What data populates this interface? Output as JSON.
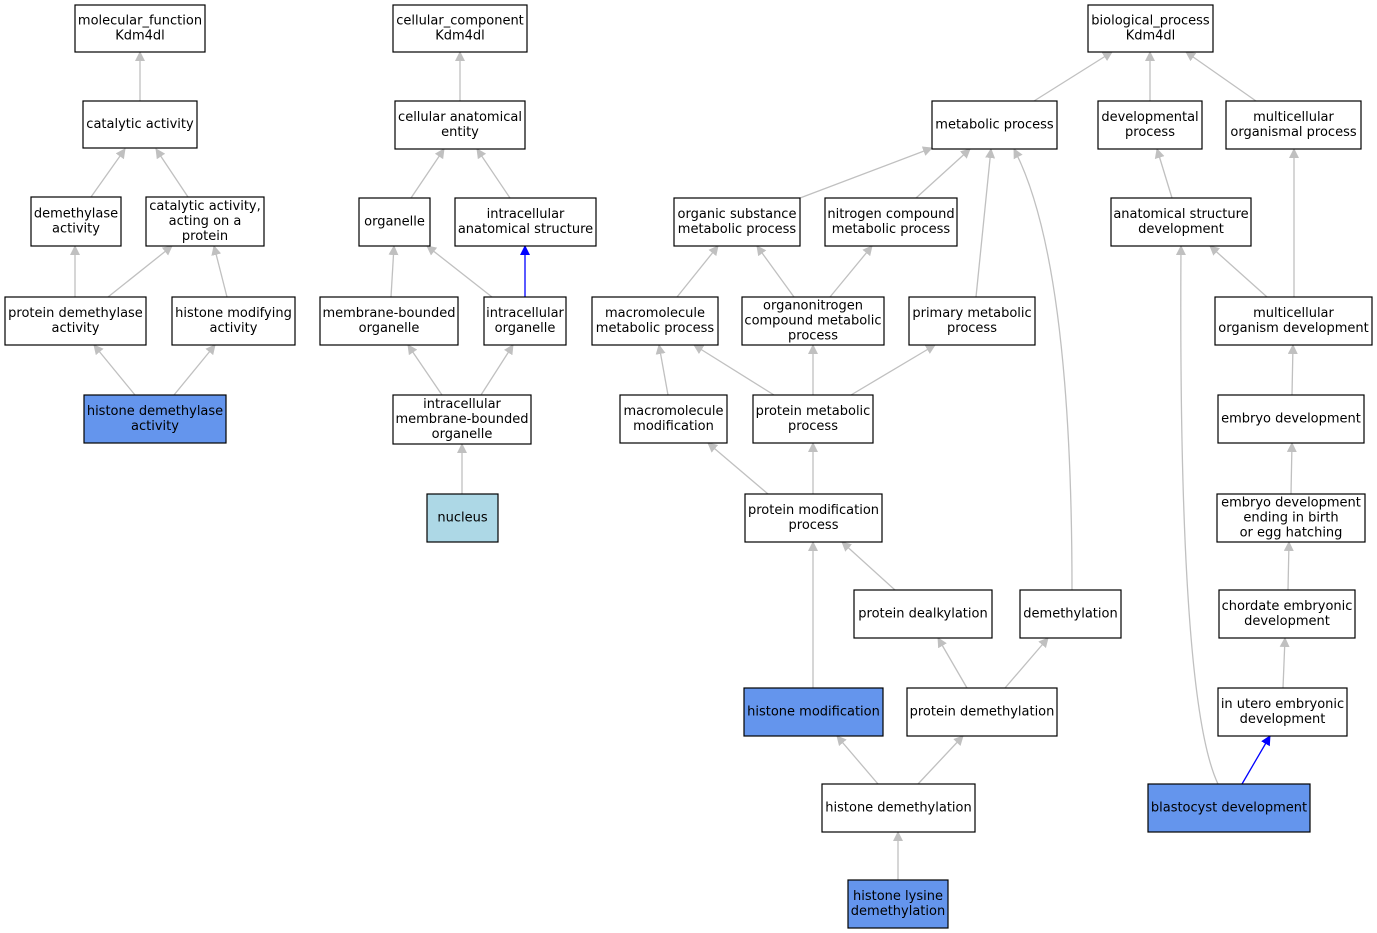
{
  "colors": {
    "edge_default": "#c0c0c0",
    "edge_highlight": "#0000ff",
    "node_default": "#ffffff",
    "node_annotated": "#6495ed",
    "node_cellular": "#add8e6"
  },
  "nodes": [
    {
      "id": "mf",
      "lines": [
        "molecular_function",
        "Kdm4dl"
      ],
      "style": "default"
    },
    {
      "id": "cat",
      "lines": [
        "catalytic activity"
      ],
      "style": "default"
    },
    {
      "id": "dem_act",
      "lines": [
        "demethylase",
        "activity"
      ],
      "style": "default"
    },
    {
      "id": "cat_prot",
      "lines": [
        "catalytic activity,",
        "acting on a",
        "protein"
      ],
      "style": "default"
    },
    {
      "id": "prot_dem_act",
      "lines": [
        "protein demethylase",
        "activity"
      ],
      "style": "default"
    },
    {
      "id": "hist_mod_act",
      "lines": [
        "histone modifying",
        "activity"
      ],
      "style": "default"
    },
    {
      "id": "hist_dem_act",
      "lines": [
        "histone demethylase",
        "activity"
      ],
      "style": "annotated"
    },
    {
      "id": "cc",
      "lines": [
        "cellular_component",
        "Kdm4dl"
      ],
      "style": "default"
    },
    {
      "id": "cae",
      "lines": [
        "cellular anatomical",
        "entity"
      ],
      "style": "default"
    },
    {
      "id": "organelle",
      "lines": [
        "organelle"
      ],
      "style": "default"
    },
    {
      "id": "ias",
      "lines": [
        "intracellular",
        "anatomical structure"
      ],
      "style": "default"
    },
    {
      "id": "mbo",
      "lines": [
        "membrane-bounded",
        "organelle"
      ],
      "style": "default"
    },
    {
      "id": "io",
      "lines": [
        "intracellular",
        "organelle"
      ],
      "style": "default"
    },
    {
      "id": "imbo",
      "lines": [
        "intracellular",
        "membrane-bounded",
        "organelle"
      ],
      "style": "default"
    },
    {
      "id": "nucleus",
      "lines": [
        "nucleus"
      ],
      "style": "cellular"
    },
    {
      "id": "bp",
      "lines": [
        "biological_process",
        "Kdm4dl"
      ],
      "style": "default"
    },
    {
      "id": "meta",
      "lines": [
        "metabolic process"
      ],
      "style": "default"
    },
    {
      "id": "devp",
      "lines": [
        "developmental",
        "process"
      ],
      "style": "default"
    },
    {
      "id": "mop",
      "lines": [
        "multicellular",
        "organismal process"
      ],
      "style": "default"
    },
    {
      "id": "osmp",
      "lines": [
        "organic substance",
        "metabolic process"
      ],
      "style": "default"
    },
    {
      "id": "ncmp",
      "lines": [
        "nitrogen compound",
        "metabolic process"
      ],
      "style": "default"
    },
    {
      "id": "asd",
      "lines": [
        "anatomical structure",
        "development"
      ],
      "style": "default"
    },
    {
      "id": "mmp",
      "lines": [
        "macromolecule",
        "metabolic process"
      ],
      "style": "default"
    },
    {
      "id": "oncmp",
      "lines": [
        "organonitrogen",
        "compound metabolic",
        "process"
      ],
      "style": "default"
    },
    {
      "id": "pmp",
      "lines": [
        "primary metabolic",
        "process"
      ],
      "style": "default"
    },
    {
      "id": "mod",
      "lines": [
        "multicellular",
        "organism development"
      ],
      "style": "default"
    },
    {
      "id": "mm",
      "lines": [
        "macromolecule",
        "modification"
      ],
      "style": "default"
    },
    {
      "id": "prmp",
      "lines": [
        "protein metabolic",
        "process"
      ],
      "style": "default"
    },
    {
      "id": "ed",
      "lines": [
        "embryo development"
      ],
      "style": "default"
    },
    {
      "id": "pmodp",
      "lines": [
        "protein modification",
        "process"
      ],
      "style": "default"
    },
    {
      "id": "edeb",
      "lines": [
        "embryo development",
        "ending in birth",
        "or egg hatching"
      ],
      "style": "default"
    },
    {
      "id": "pdealk",
      "lines": [
        "protein dealkylation"
      ],
      "style": "default"
    },
    {
      "id": "demeth",
      "lines": [
        "demethylation"
      ],
      "style": "default"
    },
    {
      "id": "ced",
      "lines": [
        "chordate embryonic",
        "development"
      ],
      "style": "default"
    },
    {
      "id": "hmod",
      "lines": [
        "histone modification"
      ],
      "style": "annotated"
    },
    {
      "id": "pdem",
      "lines": [
        "protein demethylation"
      ],
      "style": "default"
    },
    {
      "id": "iued",
      "lines": [
        "in utero embryonic",
        "development"
      ],
      "style": "default"
    },
    {
      "id": "hdem",
      "lines": [
        "histone demethylation"
      ],
      "style": "default"
    },
    {
      "id": "blast",
      "lines": [
        "blastocyst development"
      ],
      "style": "annotated"
    },
    {
      "id": "hldem",
      "lines": [
        "histone lysine",
        "demethylation"
      ],
      "style": "annotated"
    }
  ],
  "edges": [
    {
      "from": "cat",
      "to": "mf",
      "style": "default"
    },
    {
      "from": "dem_act",
      "to": "cat",
      "style": "default"
    },
    {
      "from": "cat_prot",
      "to": "cat",
      "style": "default"
    },
    {
      "from": "prot_dem_act",
      "to": "dem_act",
      "style": "default"
    },
    {
      "from": "prot_dem_act",
      "to": "cat_prot",
      "style": "default"
    },
    {
      "from": "hist_mod_act",
      "to": "cat_prot",
      "style": "default"
    },
    {
      "from": "hist_dem_act",
      "to": "prot_dem_act",
      "style": "default"
    },
    {
      "from": "hist_dem_act",
      "to": "hist_mod_act",
      "style": "default"
    },
    {
      "from": "cae",
      "to": "cc",
      "style": "default"
    },
    {
      "from": "organelle",
      "to": "cae",
      "style": "default"
    },
    {
      "from": "ias",
      "to": "cae",
      "style": "default"
    },
    {
      "from": "mbo",
      "to": "organelle",
      "style": "default"
    },
    {
      "from": "io",
      "to": "organelle",
      "style": "default"
    },
    {
      "from": "io",
      "to": "ias",
      "style": "highlight"
    },
    {
      "from": "imbo",
      "to": "mbo",
      "style": "default"
    },
    {
      "from": "imbo",
      "to": "io",
      "style": "default"
    },
    {
      "from": "nucleus",
      "to": "imbo",
      "style": "default"
    },
    {
      "from": "meta",
      "to": "bp",
      "style": "default"
    },
    {
      "from": "devp",
      "to": "bp",
      "style": "default"
    },
    {
      "from": "mop",
      "to": "bp",
      "style": "default"
    },
    {
      "from": "osmp",
      "to": "meta",
      "style": "default"
    },
    {
      "from": "ncmp",
      "to": "meta",
      "style": "default"
    },
    {
      "from": "pmp",
      "to": "meta",
      "style": "default"
    },
    {
      "from": "demeth",
      "to": "meta",
      "style": "default"
    },
    {
      "from": "asd",
      "to": "devp",
      "style": "default"
    },
    {
      "from": "mod",
      "to": "mop",
      "style": "default"
    },
    {
      "from": "mod",
      "to": "asd",
      "style": "default"
    },
    {
      "from": "mmp",
      "to": "osmp",
      "style": "default"
    },
    {
      "from": "oncmp",
      "to": "osmp",
      "style": "default"
    },
    {
      "from": "oncmp",
      "to": "ncmp",
      "style": "default"
    },
    {
      "from": "mm",
      "to": "mmp",
      "style": "default"
    },
    {
      "from": "prmp",
      "to": "mmp",
      "style": "default"
    },
    {
      "from": "prmp",
      "to": "oncmp",
      "style": "default"
    },
    {
      "from": "prmp",
      "to": "pmp",
      "style": "default"
    },
    {
      "from": "ed",
      "to": "mod",
      "style": "default"
    },
    {
      "from": "pmodp",
      "to": "mm",
      "style": "default"
    },
    {
      "from": "pmodp",
      "to": "prmp",
      "style": "default"
    },
    {
      "from": "edeb",
      "to": "ed",
      "style": "default"
    },
    {
      "from": "pdealk",
      "to": "pmodp",
      "style": "default"
    },
    {
      "from": "hmod",
      "to": "pmodp",
      "style": "default"
    },
    {
      "from": "ced",
      "to": "edeb",
      "style": "default"
    },
    {
      "from": "pdem",
      "to": "pdealk",
      "style": "default"
    },
    {
      "from": "pdem",
      "to": "demeth",
      "style": "default"
    },
    {
      "from": "iued",
      "to": "ced",
      "style": "default"
    },
    {
      "from": "hdem",
      "to": "hmod",
      "style": "default"
    },
    {
      "from": "hdem",
      "to": "pdem",
      "style": "default"
    },
    {
      "from": "blast",
      "to": "iued",
      "style": "highlight"
    },
    {
      "from": "blast",
      "to": "asd",
      "style": "default"
    },
    {
      "from": "hldem",
      "to": "hdem",
      "style": "default"
    }
  ]
}
